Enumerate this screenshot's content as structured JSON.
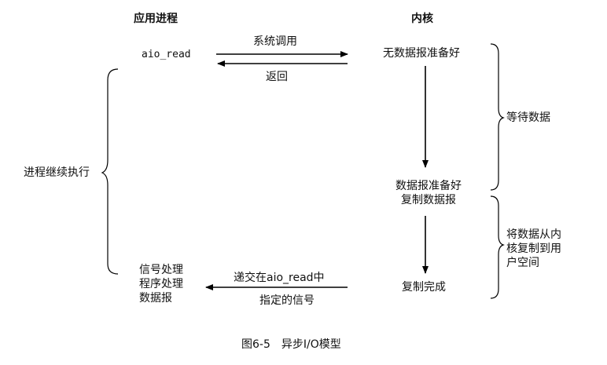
{
  "headers": {
    "process": "应用进程",
    "kernel": "内核"
  },
  "process": {
    "call": "aio_read",
    "continues": "进程继续执行",
    "handler": "信号处理\n程序处理\n数据报"
  },
  "arrows": {
    "syscall": "系统调用",
    "return": "返回",
    "deliver": "递交在aio_read中",
    "signal": "指定的信号"
  },
  "kernel": {
    "not_ready": "无数据报准备好",
    "ready": "数据报准备好\n复制数据报",
    "complete": "复制完成"
  },
  "phases": {
    "wait": "等待数据",
    "copy": "将数据从内\n核复制到用\n户空间"
  },
  "caption": "图6-5　异步I/O模型"
}
